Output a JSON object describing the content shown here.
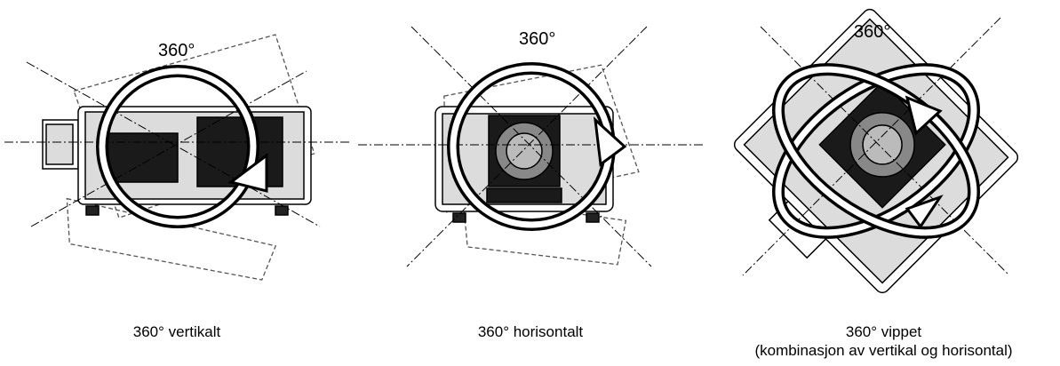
{
  "figures": [
    {
      "angle_label": "360°",
      "caption": "360° vertikalt",
      "subcaption": ""
    },
    {
      "angle_label": "360°",
      "caption": "360° horisontalt",
      "subcaption": ""
    },
    {
      "angle_label": "360°",
      "caption": "360° vippet",
      "subcaption": "(kombinasjon av vertikal og horisontal)"
    }
  ],
  "colors": {
    "line": "#000000",
    "body_fill": "#ffffff",
    "panel_fill": "#dcdcdc",
    "vent_fill": "#1a1a1a"
  }
}
